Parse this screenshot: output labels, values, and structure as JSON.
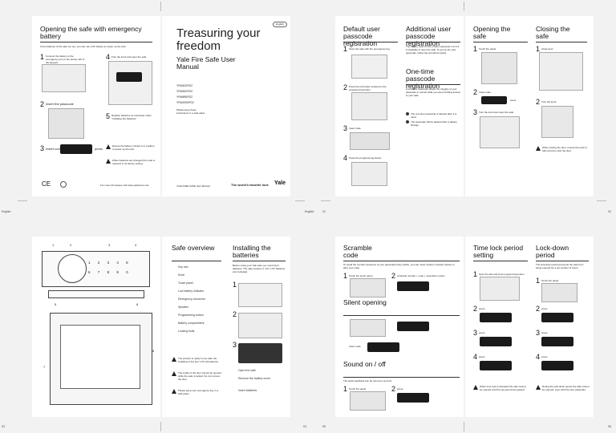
{
  "spread1": {
    "left": {
      "title": "Opening the safe with emergency battery",
      "intro": "If the batteries of the safe run out, you can use a 9V battery to power up the lock.",
      "steps": [
        {
          "num": "1",
          "text": "Connect the battery to the emergency port on the bottom left of the keypad"
        },
        {
          "num": "2",
          "text": "Insert the passcode"
        },
        {
          "num": "3",
          "text": "Insert code",
          "press": "press"
        },
        {
          "num": "4",
          "text": "Turn the knob and open the safe"
        },
        {
          "num": "5",
          "text": "Replace batteries as instructed under \"Installing the batteries\""
        }
      ],
      "notes": [
        "Ensure the battery contact is in position to power up the lock.",
        "When batteries are changed the code is restored to its factory setting."
      ],
      "footer": "For more info please visit www.yalehome.com"
    },
    "right": {
      "badge": "English",
      "headline": "Treasuring your freedom",
      "subtitle": "Yale Fire Safe User Manual",
      "models": [
        "YFM/420/FG2",
        "YFM/520/FG2",
        "YFM/695/FG2",
        "YFM/1090/FG2"
      ],
      "note": "Please keep these instructions in a safe place.",
      "bottom_left": "YALE FIRE SAFE User Manual",
      "tagline": "The world's favorite lock",
      "brand": "Yale"
    }
  },
  "spread2": {
    "col1": {
      "title": "Default user passcode registration",
      "steps": [
        {
          "num": "1",
          "text": "Open the safe with the emergency key"
        },
        {
          "num": "2",
          "text": "Press the red button located on the programming button"
        },
        {
          "num": "3",
          "text": "Insert code"
        },
        {
          "num": "4",
          "text": "Press the programming button"
        }
      ]
    },
    "col2": {
      "title": "Additional user passcode registration",
      "text": "The factory reset for the master passcode 1-2-3-4 is available to open the safe. To set up the new passcode, follow the procedure below.",
      "title2": "One-time passcode registration",
      "text2": "A one-time passcode allows the integrity of your passcode to remain while you are providing access to your safe.",
      "notes": [
        "The one-time passcode is deleted after it is used.",
        "The passcode will be deleted after a battery change."
      ]
    },
    "col3": {
      "title": "Opening the safe",
      "steps": [
        {
          "num": "1",
          "text": "Touch the panel"
        },
        {
          "num": "2",
          "text": "Insert code",
          "press": "press"
        },
        {
          "num": "3",
          "text": "Turn the knob and open the safe"
        }
      ]
    },
    "col4": {
      "title": "Closing the safe",
      "steps": [
        {
          "num": "1",
          "text": "Close door"
        },
        {
          "num": "2",
          "text": "Turn the knob"
        }
      ],
      "note": "When closing the door, ensure the knob is fully turned to lock the door."
    }
  },
  "spread3": {
    "left": {
      "title": "Safe overview",
      "callouts": [
        "1",
        "2",
        "3",
        "4",
        "5",
        "6",
        "7",
        "8"
      ],
      "keypad_top": [
        "1",
        "2",
        "3",
        "4",
        "5"
      ],
      "keypad_bottom": [
        "6",
        "7",
        "8",
        "9",
        "0"
      ],
      "items": [
        "Key slot",
        "Knob",
        "Touch panel",
        "Low battery indicator",
        "Emergency connector",
        "Speaker",
        "Programming button",
        "Battery compartment",
        "Locking bolts"
      ],
      "notes": [
        "The product is ready to use after the installing of the four 1.5V AA batteries.",
        "The inside of the door cannot be opened while the safe is locked. Do not remove the door.",
        "Please keep your emergency key in a safe place."
      ]
    },
    "right": {
      "title": "Installing the batteries",
      "intro": "Before using your Yale safe you must insert batteries. The safe requires 4 \"AA\" 1.5V batteries (not included).",
      "steps": [
        {
          "num": "1",
          "text": "Open the safe"
        },
        {
          "num": "2",
          "text": "Remove the battery cover"
        },
        {
          "num": "3",
          "text": "Insert batteries"
        }
      ]
    }
  },
  "spread4": {
    "col1": {
      "title": "Scramble code",
      "text": "To avoid the number sequence of your passcode being visible, you can insert random numbers before or after your code.",
      "step1": "Touch the touch panel",
      "step2": "scramble number + code + scramble number",
      "title2": "Silent opening",
      "step3": "Insert code",
      "title3": "Sound on / off",
      "text3": "The audio feedback can be turned on and off.",
      "step4": "Touch the panel",
      "step5": "press"
    },
    "col2": {
      "title": "Time lock period setting",
      "steps": [
        {
          "num": "1",
          "text": "Open the safe and press programming button"
        },
        {
          "num": "2",
          "text": "press"
        },
        {
          "num": "3",
          "text": "press"
        },
        {
          "num": "4",
          "text": "press"
        }
      ],
      "note": "When time lock is activated the safe cannot be opened until the set period has passed."
    },
    "col3": {
      "title": "Lock-down period",
      "text": "The lock-down period prevents the safe from being opened for a set number of hours.",
      "steps": [
        {
          "num": "1",
          "text": "Touch the panel"
        },
        {
          "num": "2",
          "text": "press"
        },
        {
          "num": "3",
          "text": "press"
        },
        {
          "num": "4",
          "text": "press"
        }
      ],
      "note": "During the lock-down period the safe cannot be opened, even with the user passcode."
    }
  },
  "page_numbers": [
    "English",
    "English",
    "01",
    "02",
    "03",
    "04",
    "05",
    "06"
  ]
}
